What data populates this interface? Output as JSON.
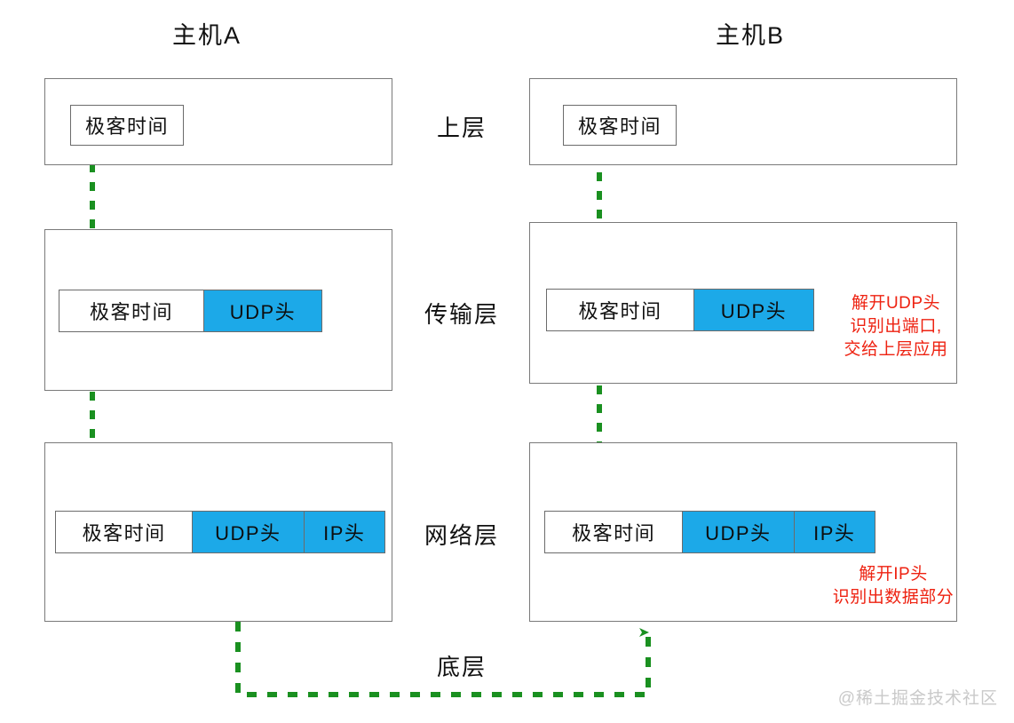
{
  "hosts": {
    "a": {
      "title": "主机A"
    },
    "b": {
      "title": "主机B"
    }
  },
  "layers": [
    {
      "key": "upper",
      "label": "上层"
    },
    {
      "key": "transport",
      "label": "传输层"
    },
    {
      "key": "network",
      "label": "网络层"
    },
    {
      "key": "link",
      "label": "底层"
    }
  ],
  "segments": {
    "payload": "极客时间",
    "udp_header": "UDP头",
    "ip_header": "IP头"
  },
  "host_a": {
    "upper": {
      "app_label": "极客时间"
    },
    "transport": {
      "parts": [
        "极客时间",
        "UDP头"
      ]
    },
    "network": {
      "parts": [
        "极客时间",
        "UDP头",
        "IP头"
      ]
    }
  },
  "host_b": {
    "upper": {
      "app_label": "极客时间"
    },
    "transport": {
      "parts": [
        "极客时间",
        "UDP头"
      ],
      "note": {
        "line1": "解开UDP头",
        "line2": "识别出端口,",
        "line3": "交给上层应用"
      }
    },
    "network": {
      "parts": [
        "极客时间",
        "UDP头",
        "IP头"
      ],
      "note": {
        "line1": "解开IP头",
        "line2": "识别出数据部分"
      }
    }
  },
  "colors": {
    "header_blue": "#1ca9e8",
    "flow_green": "#1a9020",
    "note_red": "#ee2211",
    "box_border": "#7a7a7a",
    "watermark_gray": "#c9c9c9"
  },
  "watermark": "@稀土掘金技术社区"
}
